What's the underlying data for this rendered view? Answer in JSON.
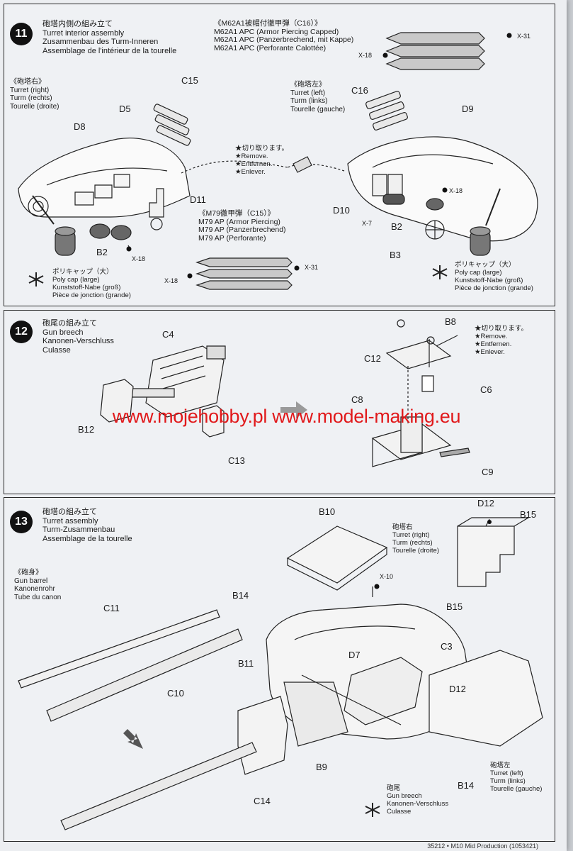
{
  "step11": {
    "number": "11",
    "title_jp": "砲塔内側の組み立て",
    "title_en": "Turret interior assembly",
    "title_de": "Zusammenbau des Turm-Inneren",
    "title_fr": "Assemblage de l'intérieur de la tourelle",
    "ammo_c16": [
      "《M62A1被帽付徹甲弾（C16）》",
      "M62A1 APC (Armor Piercing Capped)",
      "M62A1 APC (Panzerbrechend, mit Kappe)",
      "M62A1 APC (Perforante Calottée)"
    ],
    "turret_right": [
      "《砲塔右》",
      "Turret (right)",
      "Turm (rechts)",
      "Tourelle (droite)"
    ],
    "turret_left": [
      "《砲塔左》",
      "Turret (left)",
      "Turm (links)",
      "Tourelle (gauche)"
    ],
    "remove": [
      "★切り取ります。",
      "★Remove.",
      "★Entfernen.",
      "★Enlever."
    ],
    "ammo_c15": [
      "《M79徹甲弾（C15）》",
      "M79 AP (Armor Piercing)",
      "M79 AP (Panzerbrechend)",
      "M79 AP (Perforante)"
    ],
    "polycap_left": [
      "ポリキャップ（大）",
      "Poly cap (large)",
      "Kunststoff-Nabe (groß)",
      "Pièce de jonction (grande)"
    ],
    "polycap_right": [
      "ポリキャップ（大）",
      "Poly cap (large)",
      "Kunststoff-Nabe (groß)",
      "Pièce de jonction (grande)"
    ],
    "parts": {
      "c15": "C15",
      "d5": "D5",
      "d8": "D8",
      "c16": "C16",
      "d9": "D9",
      "d11": "D11",
      "b2a": "B2",
      "b2b": "B2",
      "d10": "D10",
      "b3": "B3",
      "x18a": "X-18",
      "x18b": "X-18",
      "x18c": "X-18",
      "x18d": "X-18",
      "x31a": "X-31",
      "x31b": "X-31",
      "x7": "X-7"
    }
  },
  "step12": {
    "number": "12",
    "title_jp": "砲尾の組み立て",
    "title_en": "Gun breech",
    "title_de": "Kanonen-Verschluss",
    "title_fr": "Culasse",
    "remove": [
      "★切り取ります。",
      "★Remove.",
      "★Entfernen.",
      "★Enlever."
    ],
    "parts": {
      "c4": "C4",
      "b12": "B12",
      "c13": "C13",
      "b8": "B8",
      "c12": "C12",
      "c6": "C6",
      "c8": "C8",
      "c9": "C9"
    }
  },
  "watermark": "www.mojehobby.pl www.model-making.eu",
  "step13": {
    "number": "13",
    "title_jp": "砲塔の組み立て",
    "title_en": "Turret assembly",
    "title_de": "Turm-Zusammenbau",
    "title_fr": "Assemblage de la tourelle",
    "barrel": [
      "《砲身》",
      "Gun barrel",
      "Kanonenrohr",
      "Tube du canon"
    ],
    "turret_right": [
      "砲塔右",
      "Turret (right)",
      "Turm (rechts)",
      "Tourelle (droite)"
    ],
    "turret_left": [
      "砲塔左",
      "Turret (left)",
      "Turm (links)",
      "Tourelle (gauche)"
    ],
    "breech": [
      "砲尾",
      "Gun breech",
      "Kanonen-Verschluss",
      "Culasse"
    ],
    "parts": {
      "b10": "B10",
      "d12a": "D12",
      "b15a": "B15",
      "b14a": "B14",
      "x10": "X-10",
      "b15b": "B15",
      "c11": "C11",
      "d7": "D7",
      "c3": "C3",
      "c10": "C10",
      "b11": "B11",
      "d12b": "D12",
      "b9": "B9",
      "c14": "C14",
      "b14b": "B14"
    }
  },
  "footer": "35212 • M10 Mid Production (1053421)"
}
